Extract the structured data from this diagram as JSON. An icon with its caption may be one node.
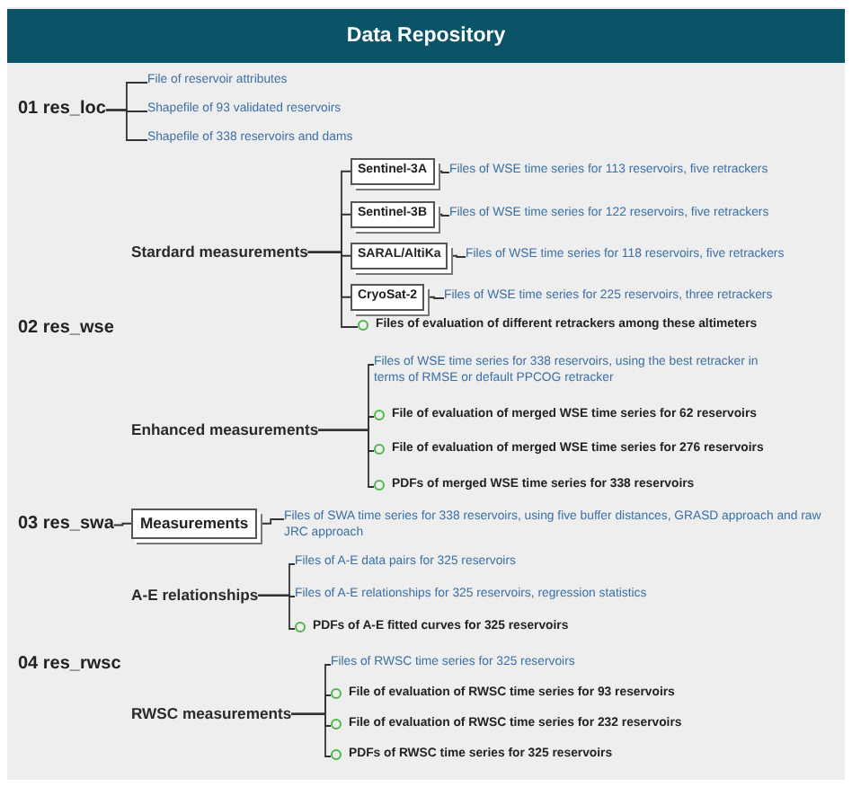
{
  "diagram": {
    "title": "Data Repository",
    "nodes": [
      {
        "text": [
          "01 res_loc"
        ]
      },
      {
        "text": [
          "File of reservoir attributes"
        ]
      },
      {
        "text": [
          "Shapefile of 93 validated reservoirs"
        ]
      },
      {
        "text": [
          "Shapefile of 338 reservoirs and dams"
        ]
      },
      {
        "text": [
          "Stardard measurements"
        ]
      },
      {
        "text": [
          "Sentinel-3A"
        ]
      },
      {
        "text": [
          "Files of WSE time series for 113 reservoirs, five retrackers"
        ]
      },
      {
        "text": [
          "Sentinel-3B"
        ]
      },
      {
        "text": [
          "Files of WSE time series for 122 reservoirs, five retrackers"
        ]
      },
      {
        "text": [
          "SARAL/AltiKa"
        ]
      },
      {
        "text": [
          "Files of WSE time series for 118 reservoirs, five retrackers"
        ]
      },
      {
        "text": [
          "CryoSat-2"
        ]
      },
      {
        "text": [
          "Files of WSE time series for 225 reservoirs, three retrackers"
        ]
      },
      {
        "text": [
          "Files of evaluation of different retrackers among these altimeters"
        ]
      },
      {
        "text": [
          "Enhanced measurements"
        ]
      },
      {
        "text": [
          "Files of WSE time series for 338 reservoirs, using the best retracker in terms of RMSE or default PPCOG retracker"
        ]
      },
      {
        "text": [
          "File of evaluation of merged WSE time series for 62 reservoirs"
        ]
      },
      {
        "text": [
          "File of evaluation of merged WSE time series for 276 reservoirs"
        ]
      },
      {
        "text": [
          "PDFs of merged WSE time series for 338 reservoirs"
        ]
      },
      {
        "text": [
          "03 res_swa"
        ]
      },
      {
        "text": [
          "Measurements"
        ]
      },
      {
        "text": [
          "Files of SWA time series for 338 reservoirs, using five buffer distances, GRASD approach and raw JRC approach"
        ]
      },
      {
        "text": [
          "A-E relationships"
        ]
      },
      {
        "text": [
          "Files of A-E data pairs for 325 reservoirs"
        ]
      },
      {
        "text": [
          "Files of A-E relationships for 325 reservoirs, regression statistics"
        ]
      },
      {
        "text": [
          "PDFs of A-E fitted curves for 325 reservoirs"
        ]
      },
      {
        "text": [
          "RWSC measurements"
        ]
      },
      {
        "text": [
          "Files of RWSC time series for 325 reservoirs"
        ]
      },
      {
        "text": [
          "File of evaluation of RWSC time series for 93 reservoirs"
        ]
      },
      {
        "text": [
          "File of evaluation of RWSC time series for 232 reservoirs"
        ]
      },
      {
        "text": [
          "PDFs of RWSC time series for 325 reservoirs"
        ]
      }
    ],
    "edges": [
      {
        "from": 0,
        "to": 1,
        "arrow": "none"
      },
      {
        "from": 0,
        "to": 2,
        "arrow": "none"
      },
      {
        "from": 0,
        "to": 3,
        "arrow": "none"
      },
      {
        "from": 4,
        "to": 5,
        "arrow": "none"
      },
      {
        "from": 4,
        "to": 7,
        "arrow": "none"
      },
      {
        "from": 4,
        "to": 9,
        "arrow": "none"
      },
      {
        "from": 4,
        "to": 11,
        "arrow": "none"
      },
      {
        "from": 4,
        "to": 13,
        "arrow": "none"
      },
      {
        "from": 5,
        "to": 6,
        "arrow": "none"
      },
      {
        "from": 7,
        "to": 8,
        "arrow": "none"
      },
      {
        "from": 9,
        "to": 10,
        "arrow": "none"
      },
      {
        "from": 11,
        "to": 12,
        "arrow": "none"
      },
      {
        "from": 14,
        "to": 15,
        "arrow": "none"
      },
      {
        "from": 14,
        "to": 16,
        "arrow": "none"
      },
      {
        "from": 14,
        "to": 17,
        "arrow": "none"
      },
      {
        "from": 14,
        "to": 18,
        "arrow": "none"
      },
      {
        "from": 19,
        "to": 20,
        "arrow": "none"
      },
      {
        "from": 20,
        "to": 21,
        "arrow": "none"
      },
      {
        "from": 22,
        "to": 23,
        "arrow": "none"
      },
      {
        "from": 22,
        "to": 24,
        "arrow": "none"
      },
      {
        "from": 22,
        "to": 25,
        "arrow": "none"
      },
      {
        "from": 26,
        "to": 27,
        "arrow": "none"
      },
      {
        "from": 26,
        "to": 28,
        "arrow": "none"
      },
      {
        "from": 26,
        "to": 29,
        "arrow": "none"
      },
      {
        "from": 26,
        "to": 30,
        "arrow": "none"
      }
    ],
    "labels": [
      "02 res_wse",
      "04 res_rwsc"
    ]
  }
}
